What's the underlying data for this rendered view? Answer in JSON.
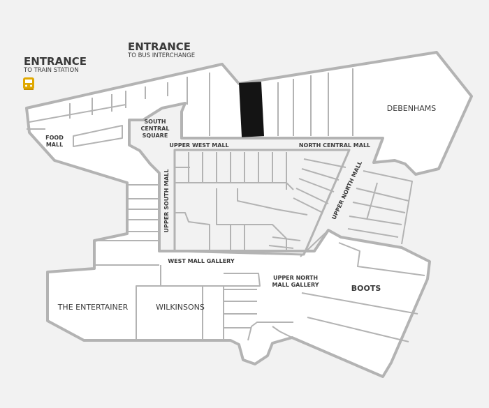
{
  "entrances": {
    "train": {
      "title": "ENTRANCE",
      "subtitle": "TO TRAIN STATION"
    },
    "bus": {
      "title": "ENTRANCE",
      "subtitle": "TO BUS INTERCHANGE"
    }
  },
  "stores": {
    "debenhams": "DEBENHAMS",
    "boots": "BOOTS",
    "the_entertainer": "THE ENTERTAINER",
    "wilkinsons": "WILKINSONS"
  },
  "areas": {
    "food_mall": [
      "FOOD",
      "MALL"
    ],
    "south_central_square": [
      "SOUTH",
      "CENTRAL",
      "SQUARE"
    ],
    "upper_west_mall": "UPPER WEST MALL",
    "north_central_mall": "NORTH CENTRAL MALL",
    "upper_north_mall": "UPPER NORTH MALL",
    "upper_south_mall": "UPPER SOUTH MALL",
    "west_mall_gallery": "WEST MALL GALLERY",
    "upper_north_mall_gallery": [
      "UPPER NORTH",
      "MALL GALLERY"
    ]
  },
  "colors": {
    "background": "#f2f2f2",
    "building_fill": "#ffffff",
    "outline": "#b3b3b3",
    "highlight": "#141414",
    "train_icon": "#e0a800",
    "label": "#3a3a3a"
  },
  "icons": {
    "train": "train-icon"
  }
}
